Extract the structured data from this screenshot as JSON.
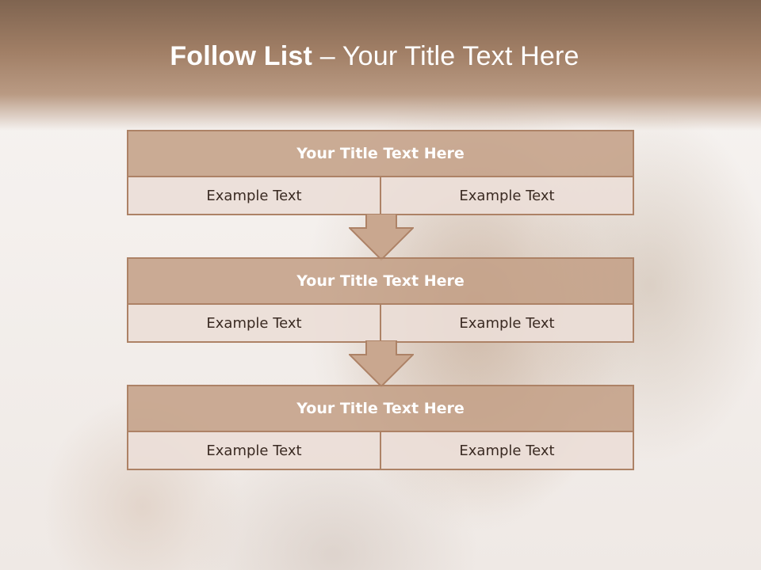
{
  "slide": {
    "title_bold": "Follow List ",
    "title_rest": " – Your Title Text Here"
  },
  "blocks": [
    {
      "title": "Your Title Text Here",
      "left": "Example Text",
      "right": "Example Text"
    },
    {
      "title": "Your Title Text Here",
      "left": "Example Text",
      "right": "Example Text"
    },
    {
      "title": "Your Title Text Here",
      "left": "Example Text",
      "right": "Example Text"
    }
  ],
  "colors": {
    "header": "#a17f66",
    "block_head": "#c4a087",
    "border": "#ad8266",
    "text_white": "#ffffff"
  },
  "icons": [
    "down-arrow-icon"
  ]
}
